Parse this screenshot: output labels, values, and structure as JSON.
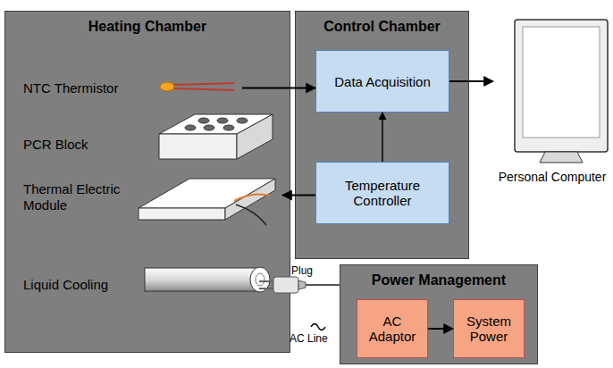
{
  "diagram": {
    "nodes": [
      {
        "text": [
          "Heating Chamber"
        ]
      },
      {
        "text": [
          "NTC Thermistor"
        ],
        "in": 0
      },
      {
        "text": [
          "PCR Block"
        ],
        "in": 0
      },
      {
        "text": [
          "Thermal Electric Module"
        ],
        "in": 0
      },
      {
        "text": [
          "Liquid Cooling"
        ],
        "in": 0
      },
      {
        "text": [
          "Control Chamber"
        ]
      },
      {
        "text": [
          "Data Acquisition"
        ],
        "in": 5
      },
      {
        "text": [
          "Temperature Controller"
        ],
        "in": 5
      },
      {
        "text": [
          "Personal Computer"
        ]
      },
      {
        "text": [
          "Power Management"
        ]
      },
      {
        "text": [
          "AC Adaptor"
        ],
        "in": 9
      },
      {
        "text": [
          "System Power"
        ],
        "in": 9
      }
    ],
    "edges": [
      {
        "from": 1,
        "to": 6,
        "arrow": "to"
      },
      {
        "from": 7,
        "to": 6,
        "arrow": "to"
      },
      {
        "from": 6,
        "to": 8,
        "arrow": "to"
      },
      {
        "from": 7,
        "to": 3,
        "arrow": "to"
      },
      {
        "from": 10,
        "to": 11,
        "arrow": "to"
      }
    ],
    "labels": [
      "Plug",
      "AC Line"
    ]
  }
}
